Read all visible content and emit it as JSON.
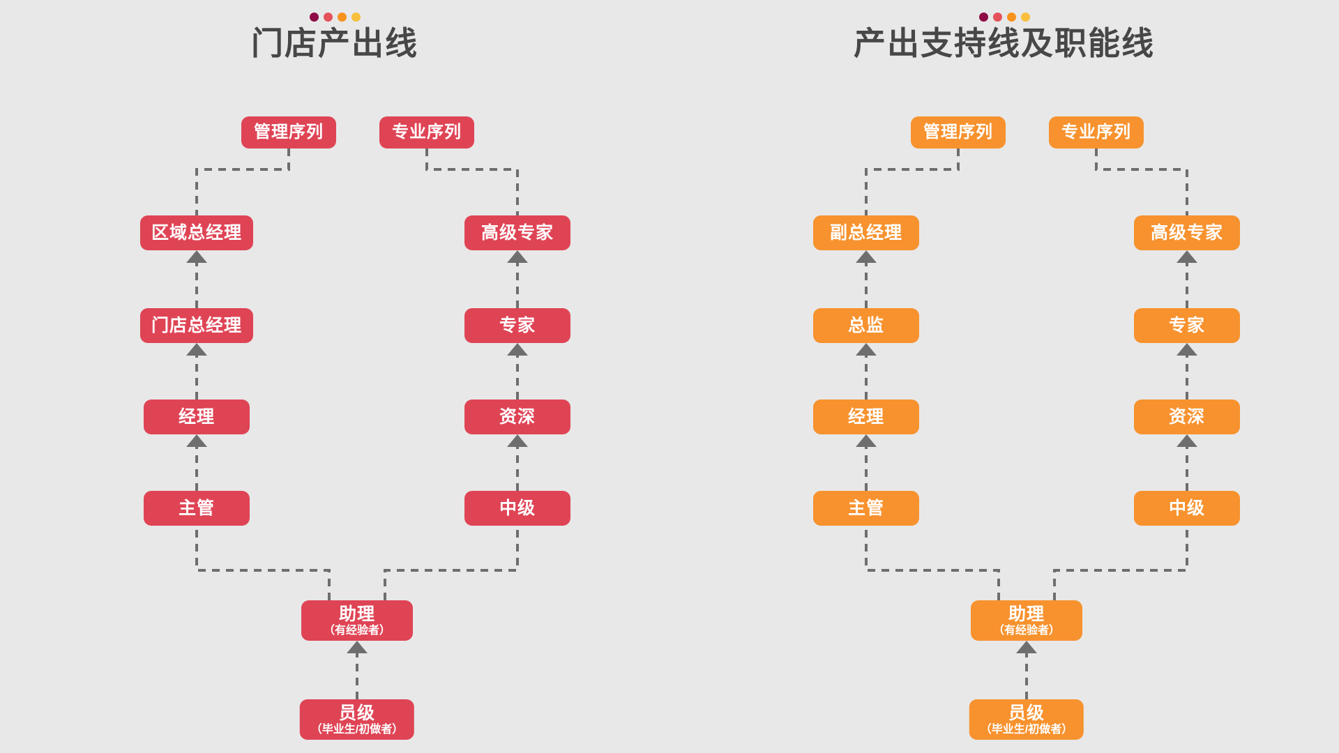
{
  "theme": {
    "background": "#e8e8e8",
    "title_color": "#474747",
    "connector_color": "#6e6e6e",
    "red": "#df4455",
    "orange": "#f7922e",
    "node_text": "#ffffff"
  },
  "dots": [
    {
      "name": "dot-maroon",
      "color": "#8e0c45"
    },
    {
      "name": "dot-red",
      "color": "#e4525a"
    },
    {
      "name": "dot-orange",
      "color": "#f7921e"
    },
    {
      "name": "dot-amber",
      "color": "#f9bf3e"
    }
  ],
  "panels": [
    {
      "id": "store-output-line",
      "title": "门店产出线",
      "accent": "#df4455",
      "tracks": {
        "management": {
          "badge": "管理序列",
          "levels": [
            "区域总经理",
            "门店总经理",
            "经理",
            "主管"
          ]
        },
        "professional": {
          "badge": "专业序列",
          "levels": [
            "高级专家",
            "专家",
            "资深",
            "中级"
          ]
        }
      },
      "common": [
        {
          "main": "助理",
          "sub": "（有经验者）"
        },
        {
          "main": "员级",
          "sub": "（毕业生/初做者）"
        }
      ]
    },
    {
      "id": "output-support-and-function-line",
      "title": "产出支持线及职能线",
      "accent": "#f7922e",
      "tracks": {
        "management": {
          "badge": "管理序列",
          "levels": [
            "副总经理",
            "总监",
            "经理",
            "主管"
          ]
        },
        "professional": {
          "badge": "专业序列",
          "levels": [
            "高级专家",
            "专家",
            "资深",
            "中级"
          ]
        }
      },
      "common": [
        {
          "main": "助理",
          "sub": "（有经验者）"
        },
        {
          "main": "员级",
          "sub": "（毕业生/初做者）"
        }
      ]
    }
  ],
  "chart_data": {
    "type": "diagram",
    "diagram_type": "career-ladder-org-chart",
    "title": "门店产出线 / 产出支持线及职能线",
    "columns": [
      {
        "column_title": "门店产出线",
        "color": "#df4455",
        "branches": [
          {
            "branch": "管理序列",
            "ladder_bottom_to_top": [
              "员级（毕业生/初做者）",
              "助理（有经验者）",
              "主管",
              "经理",
              "门店总经理",
              "区域总经理"
            ]
          },
          {
            "branch": "专业序列",
            "ladder_bottom_to_top": [
              "员级（毕业生/初做者）",
              "助理（有经验者）",
              "中级",
              "资深",
              "专家",
              "高级专家"
            ]
          }
        ]
      },
      {
        "column_title": "产出支持线及职能线",
        "color": "#f7922e",
        "branches": [
          {
            "branch": "管理序列",
            "ladder_bottom_to_top": [
              "员级（毕业生/初做者）",
              "助理（有经验者）",
              "主管",
              "经理",
              "总监",
              "副总经理"
            ]
          },
          {
            "branch": "专业序列",
            "ladder_bottom_to_top": [
              "员级（毕业生/初做者）",
              "助理（有经验者）",
              "中级",
              "资深",
              "专家",
              "高级专家"
            ]
          }
        ]
      }
    ],
    "edge_style": "dashed-with-upward-arrowheads",
    "legend": []
  }
}
